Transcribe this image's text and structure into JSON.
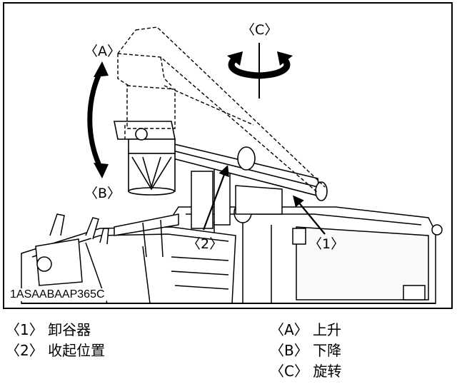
{
  "figure": {
    "image_code": "1ASAABAAP365C",
    "callouts": {
      "a": "〈A〉",
      "b": "〈B〉",
      "c": "〈C〉",
      "n1": "〈1〉",
      "n2": "〈2〉"
    }
  },
  "legend": {
    "left": [
      "〈1〉 卸谷器",
      "〈2〉 收起位置"
    ],
    "right": [
      "〈A〉 上升",
      "〈B〉 下降",
      "〈C〉 旋转"
    ]
  }
}
